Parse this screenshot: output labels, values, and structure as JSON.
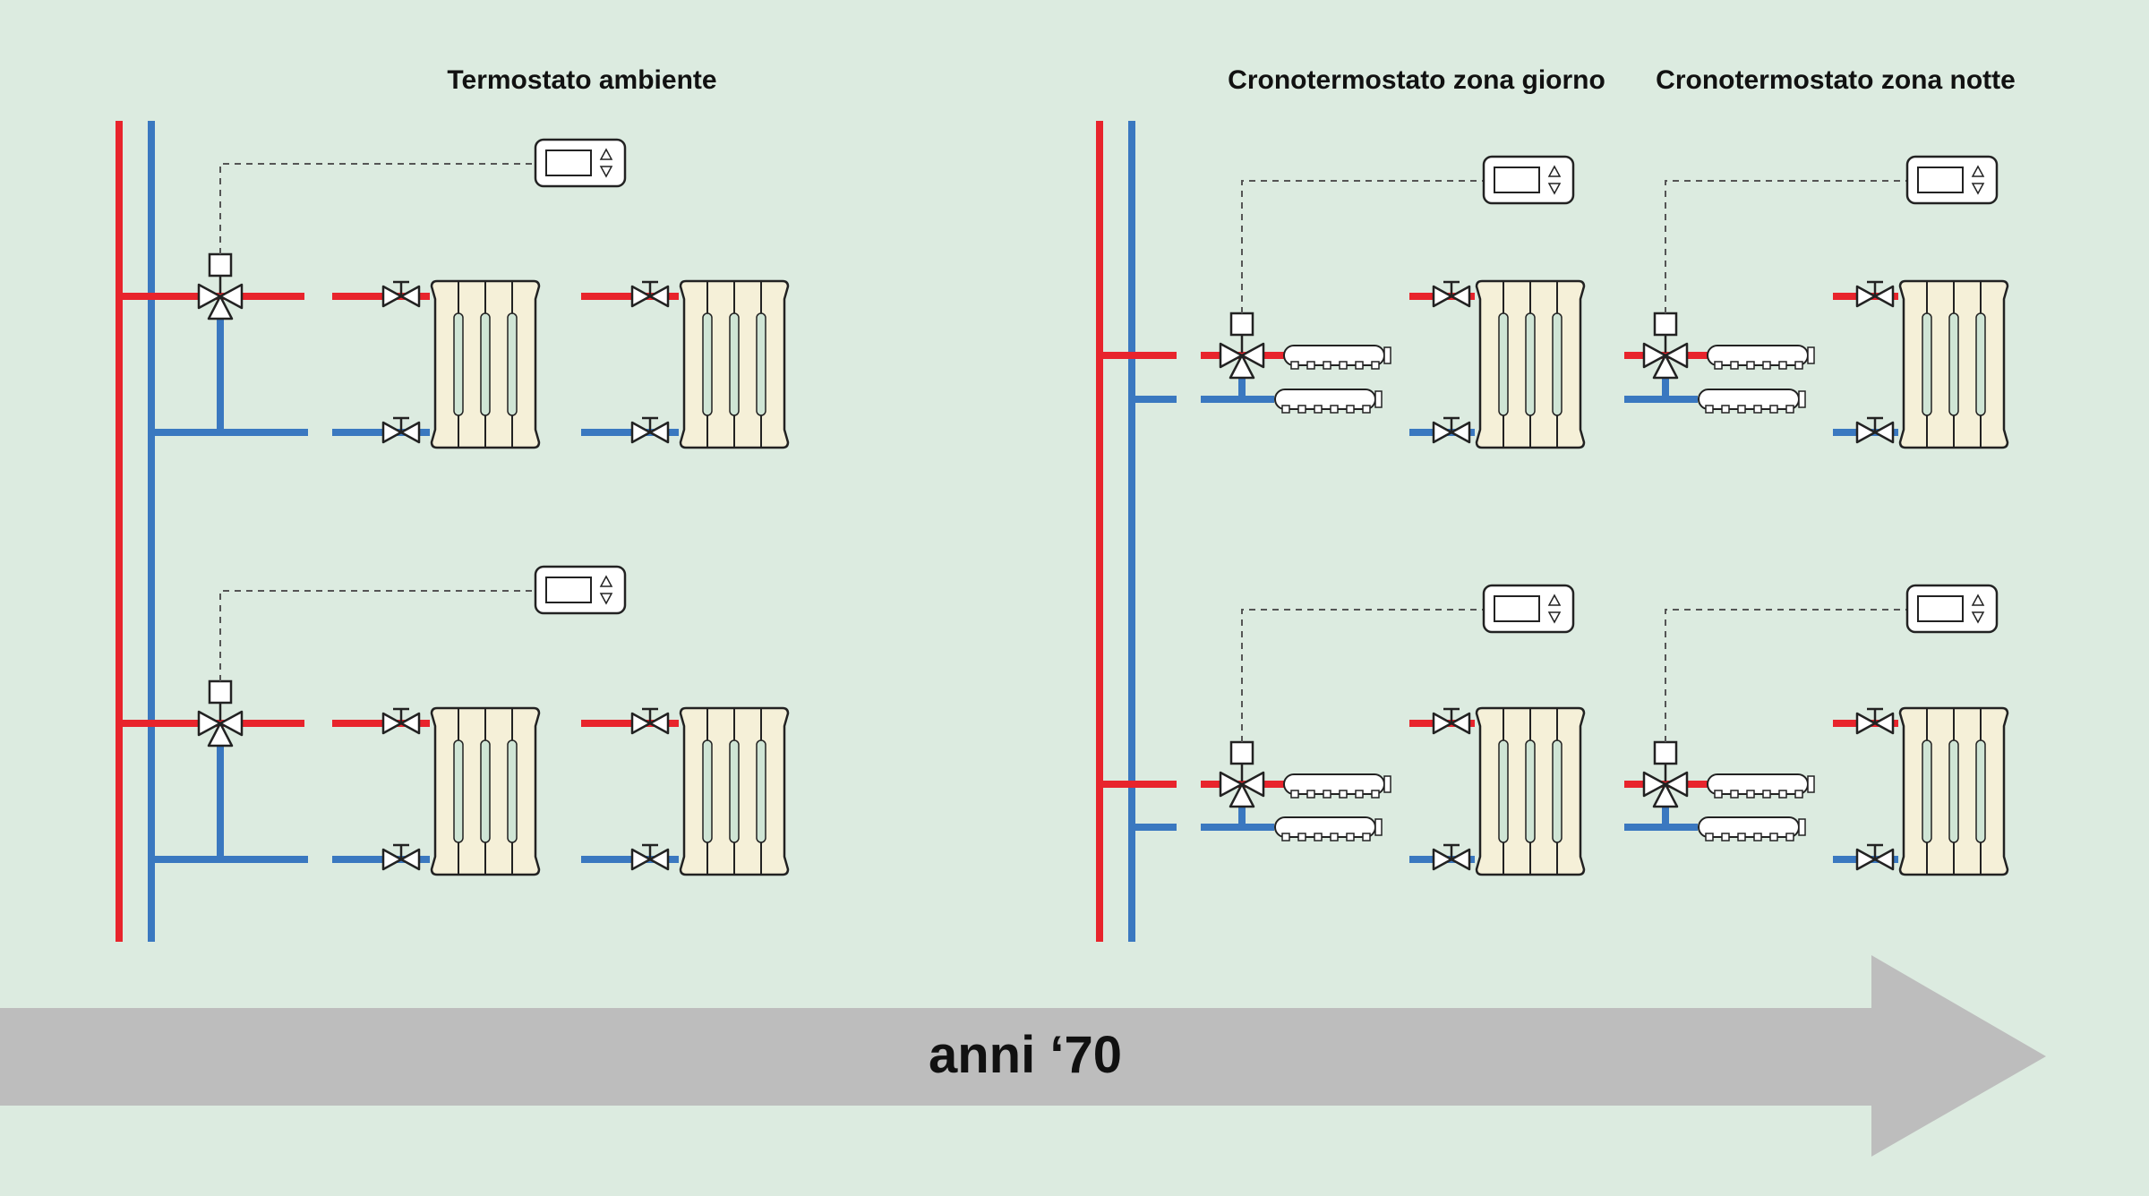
{
  "colors": {
    "background": "#dcebe0",
    "hot_pipe": "#e8242c",
    "cold_pipe": "#3a78c0",
    "radiator_fill": "#f5f0d8",
    "radiator_tube": "#cfe5d5",
    "arrow": "#bdbdbd",
    "line": "#222222"
  },
  "labels": {
    "termostato_ambiente": "Termostato ambiente",
    "crono_giorno": "Cronotermostato zona giorno",
    "crono_notte": "Cronotermostato zona notte"
  },
  "timeline": {
    "label": "anni ‘70"
  },
  "icons": {
    "thermostat": "thermostat-icon",
    "valve": "valve-icon",
    "three_way_valve": "three-way-valve-icon",
    "radiator": "radiator-icon",
    "manifold": "manifold-icon",
    "arrow": "timeline-arrow-icon"
  }
}
